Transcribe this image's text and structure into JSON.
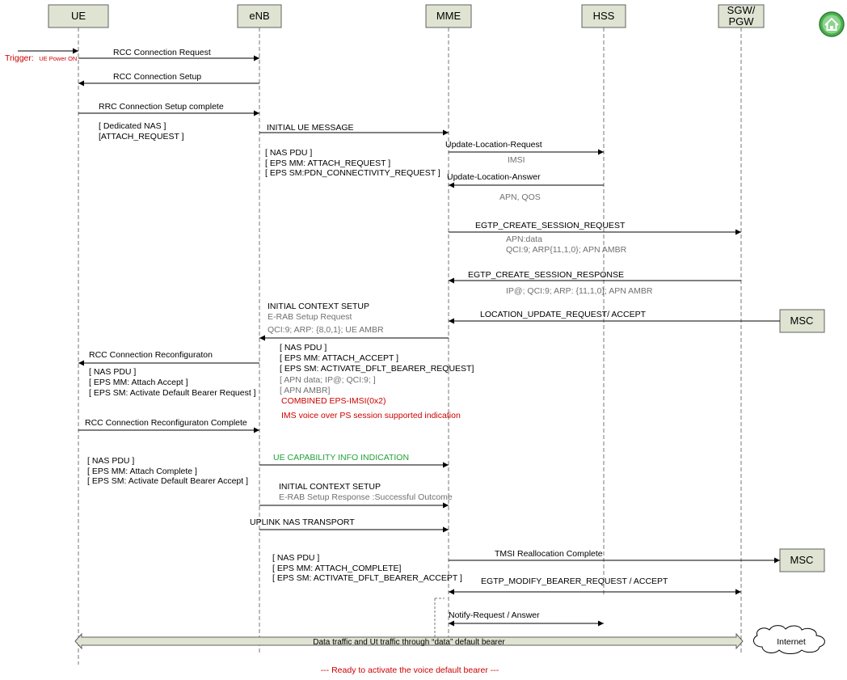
{
  "entities": {
    "ue": "UE",
    "enb": "eNB",
    "mme": "MME",
    "hss": "HSS",
    "sgw_l1": "SGW/",
    "sgw_l2": "PGW",
    "msc": "MSC",
    "internet": "Internet"
  },
  "trigger": {
    "label": "Trigger:",
    "detail": "UE Power ON"
  },
  "messages": {
    "m1": "RCC Connection Request",
    "m2": "RCC Connection Setup",
    "m3": "RRC Connection Setup complete",
    "m3_note1": "[ Dedicated NAS ]",
    "m3_note2": "[ATTACH_REQUEST ]",
    "m4": "INITIAL UE MESSAGE",
    "m4_note1": "[ NAS PDU ]",
    "m4_note2": "[ EPS MM: ATTACH_REQUEST ]",
    "m4_note3": "[ EPS SM:PDN_CONNECTIVITY_REQUEST ]",
    "m5": "Update-Location-Request",
    "m5_param": "IMSI",
    "m6": "Update-Location-Answer",
    "m6_param": "APN, QOS",
    "m7": "EGTP_CREATE_SESSION_REQUEST",
    "m7_param1": "APN:data",
    "m7_param2": "QCI:9; ARP{11,1,0}; APN AMBR",
    "m8": "EGTP_CREATE_SESSION_RESPONSE",
    "m8_param": "IP@; QCI:9; ARP: {11,1,0}; APN AMBR",
    "m9": "LOCATION_UPDATE_REQUEST/ ACCEPT",
    "m10": "INITIAL CONTEXT SETUP",
    "m10_sub": "E-RAB Setup Request",
    "m10_param": "QCI:9; ARP: {8,0,1}; UE AMBR",
    "m10_note1": "[ NAS PDU ]",
    "m10_note2": "[ EPS MM: ATTACH_ACCEPT ]",
    "m10_note3": "[ EPS SM: ACTIVATE_DFLT_BEARER_REQUEST]",
    "m10_note4": "[ APN data; IP@; QCI:9; ]",
    "m10_note5": "[ APN AMBR]",
    "m10_note6": "COMBINED EPS-IMSI(0x2)",
    "m10_note7": "IMS voice over PS session supported indication",
    "m11": "RCC Connection Reconfiguraton",
    "m11_note1": "[ NAS PDU ]",
    "m11_note2": "[ EPS MM: Attach Accept ]",
    "m11_note3": "[ EPS SM: Activate Default Bearer Request ]",
    "m12": "RCC Connection Reconfiguraton Complete",
    "m12_note1": "[ NAS PDU ]",
    "m12_note2": "[ EPS MM: Attach Complete ]",
    "m12_note3": "[ EPS SM: Activate Default Bearer Accept ]",
    "m13": "UE CAPABILITY INFO INDICATION",
    "m14": "INITIAL CONTEXT SETUP",
    "m14_sub": "E-RAB Setup Response :Successful Outcome",
    "m15": "UPLINK NAS TRANSPORT",
    "m15_note1": "[ NAS PDU ]",
    "m15_note2": "[ EPS MM: ATTACH_COMPLETE]",
    "m15_note3": "[ EPS SM: ACTIVATE_DFLT_BEARER_ACCEPT ]",
    "m16": "TMSI Reallocation Complete",
    "m17": "EGTP_MODIFY_BEARER_REQUEST / ACCEPT",
    "m18": "Notify-Request  / Answer",
    "data_traffic": "Data traffic and Ut traffic through “data” default bearer",
    "footer": "--- Ready to activate the voice default bearer ---"
  },
  "colors": {
    "entity_fill": "#dfe3d2",
    "bar_fill": "#dfe3d2",
    "red": "#cc0000",
    "green": "#21a038",
    "home_icon": "#4caf50"
  }
}
